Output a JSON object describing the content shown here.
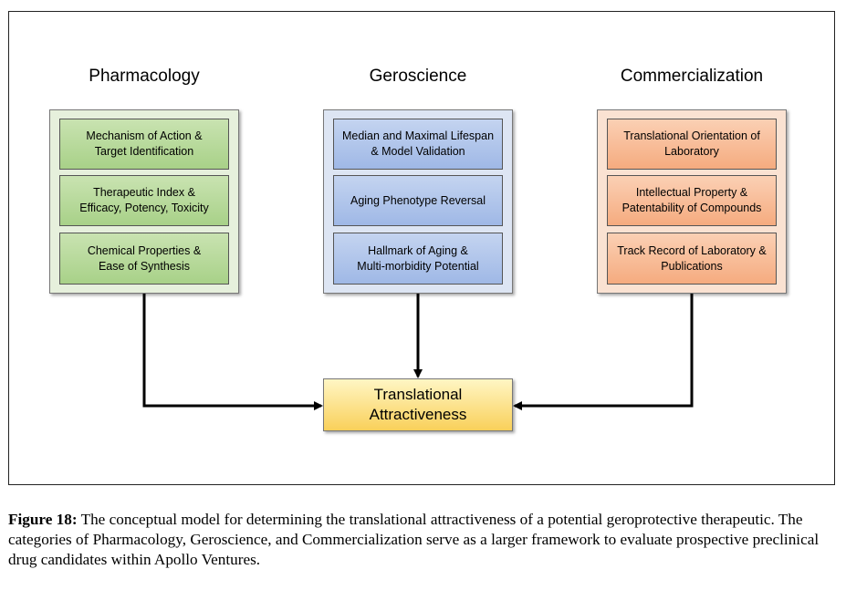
{
  "columns": [
    {
      "title": "Pharmacology",
      "items": [
        "Mechanism of Action &\nTarget Identification",
        "Therapeutic Index &\nEfficacy, Potency, Toxicity",
        "Chemical Properties &\nEase of Synthesis"
      ],
      "color": "#a8d188"
    },
    {
      "title": "Geroscience",
      "items": [
        "Median and Maximal Lifespan\n& Model Validation",
        "Aging Phenotype Reversal",
        "Hallmark of Aging &\nMulti-morbidity Potential"
      ],
      "color": "#9fb8e6"
    },
    {
      "title": "Commercialization",
      "items": [
        "Translational Orientation of\nLaboratory",
        "Intellectual Property &\nPatentability of Compounds",
        "Track Record of Laboratory &\nPublications"
      ],
      "color": "#f5ab7f"
    }
  ],
  "target": {
    "label": "Translational\nAttractiveness",
    "color": "#f9d05a"
  },
  "caption": {
    "label": "Figure 18:",
    "text": " The conceptual model for determining the translational attractiveness of a potential geroprotective therapeutic. The categories of Pharmacology, Geroscience, and Commercialization serve as a larger framework to evaluate prospective preclinical drug candidates within Apollo Ventures."
  }
}
